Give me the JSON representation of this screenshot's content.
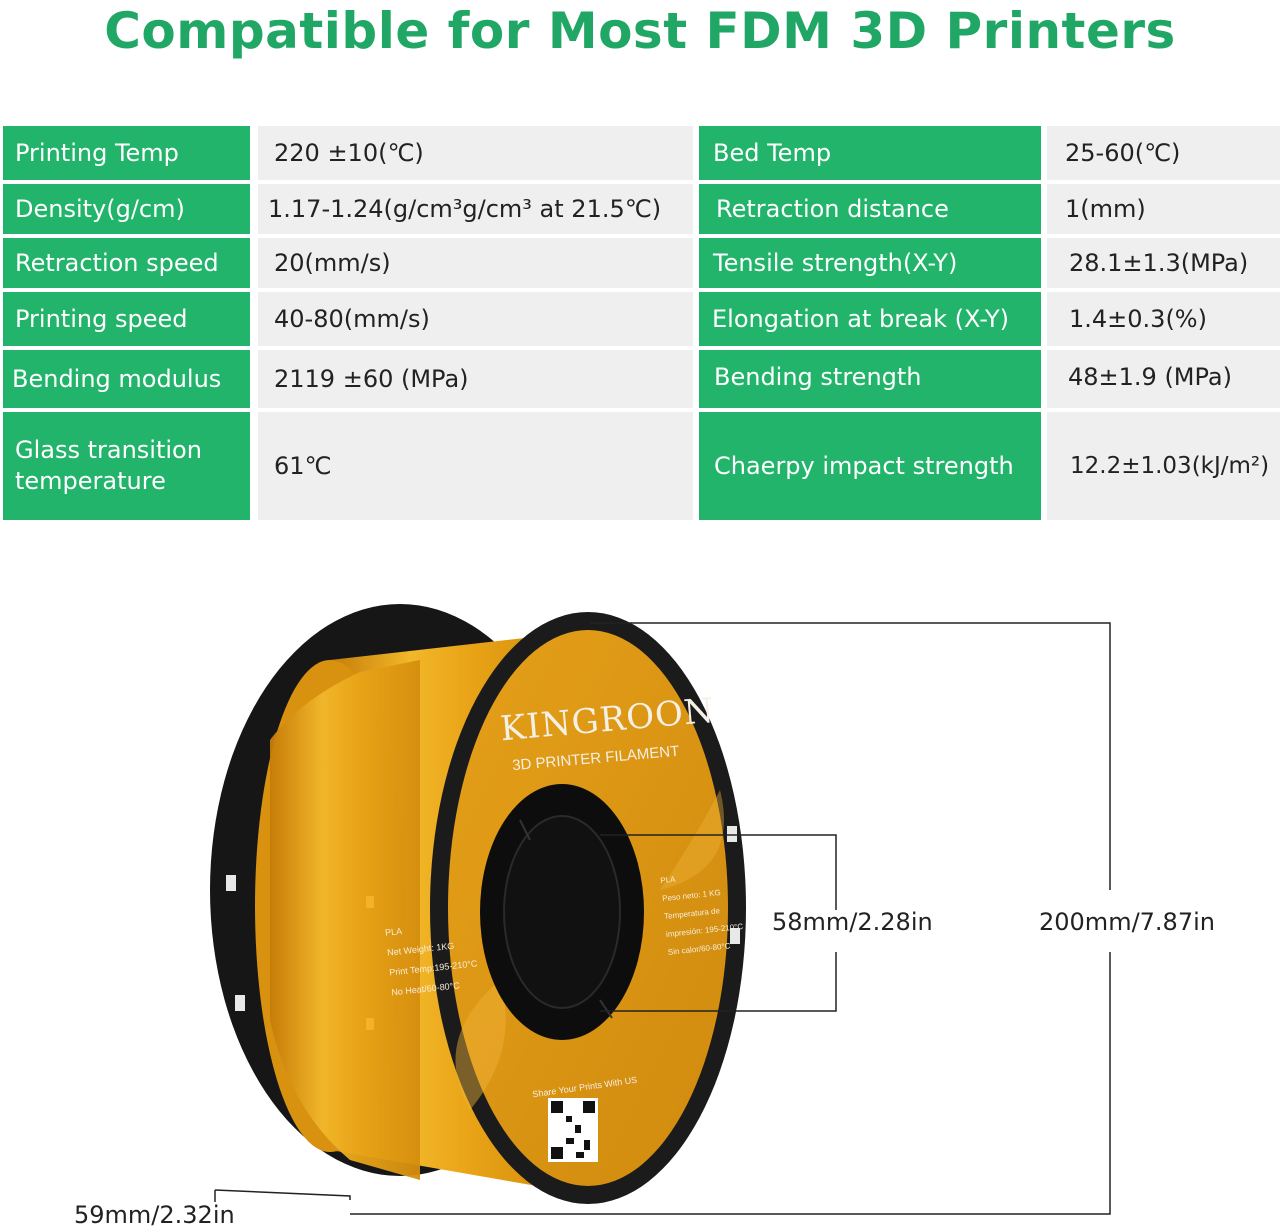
{
  "headline": "Compatible for Most FDM 3D Printers",
  "specs": {
    "left": [
      {
        "label": "Printing Temp",
        "value": "220 ±10(℃)"
      },
      {
        "label": "Density(g/cm)",
        "value": "1.17-1.24(g/cm³g/cm³ at 21.5℃)"
      },
      {
        "label": "Retraction speed",
        "value": "20(mm/s)"
      },
      {
        "label": "Printing speed",
        "value": "40-80(mm/s)"
      },
      {
        "label": "Bending modulus",
        "value": "2119 ±60 (MPa)"
      },
      {
        "label": "Glass transition temperature",
        "value": "61℃"
      }
    ],
    "right": [
      {
        "label": "Bed Temp",
        "value": "25-60(℃)"
      },
      {
        "label": "Retraction distance",
        "value": "1(mm)"
      },
      {
        "label": "Tensile strength(X-Y)",
        "value": "28.1±1.3(MPa)"
      },
      {
        "label": "Elongation at break (X-Y)",
        "value": "1.4±0.3(%)"
      },
      {
        "label": "Bending strength",
        "value": "48±1.9 (MPa)"
      },
      {
        "label": "Chaerpy impact strength",
        "value": "12.2±1.03(kJ/m²)"
      }
    ]
  },
  "spool": {
    "brand": "KINGROON",
    "subtitle": "3D PRINTER FILAMENT",
    "left_label": [
      "PLA",
      "Net Weight: 1KG",
      "Print Temp:195-210°C",
      "No Heat/60-80°C"
    ],
    "right_label": [
      "PLA",
      "Peso neto: 1 KG",
      "Temperatura de",
      "impresión: 195-210°C",
      "Sin calor/60-80°C"
    ],
    "share_text": "Share Your Prints With US",
    "color_filament": "#e8a61c",
    "color_flange": "#1c1c1c"
  },
  "dimensions": {
    "hub_diameter": "58mm/2.28in",
    "spool_diameter": "200mm/7.87in",
    "spool_width": "59mm/2.32in"
  },
  "colors": {
    "accent_green": "#21b46a",
    "headline_green": "#21a765",
    "value_bg": "#efefef"
  }
}
